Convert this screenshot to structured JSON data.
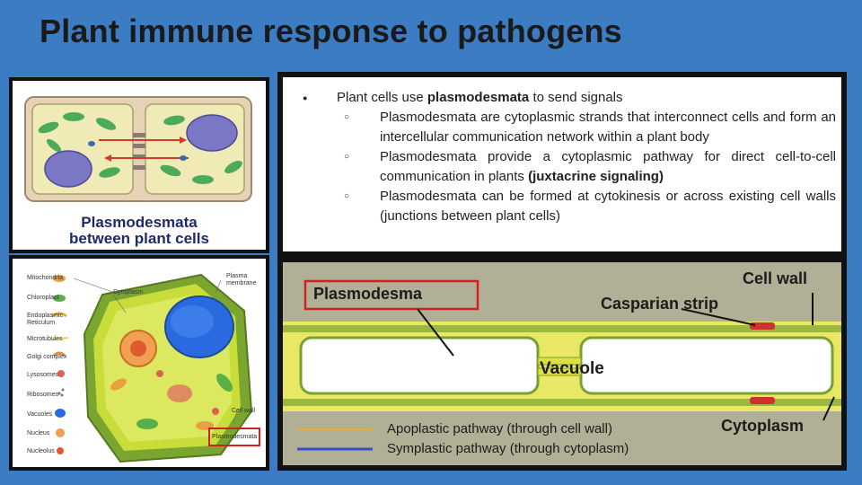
{
  "slide": {
    "title": "Plant immune response to pathogens"
  },
  "bullets": {
    "main_prefix": "Plant cells use ",
    "main_bold": "plasmodesmata",
    "main_suffix": " to send signals",
    "sub1": "Plasmodesmata are cytoplasmic strands that interconnect cells and form an intercellular communication network within a plant body",
    "sub2_prefix": "Plasmodesmata provide a cytoplasmic pathway for direct cell-to-cell communication in plants ",
    "sub2_bold": "(juxtacrine signaling)",
    "sub3": "Plasmodesmata can be formed at cytokinesis or across existing cell walls (junctions between plant cells)"
  },
  "figure1": {
    "caption_line1": "Plasmodesmata",
    "caption_line2": "between plant cells"
  },
  "figure2": {
    "labels": {
      "mitochondria": "Mitochondria",
      "chloroplast": "Chloroplast",
      "er1": "Endoplasmic",
      "er2": "Reticulum",
      "microtubules": "Microtubules",
      "golgi": "Golgi complex",
      "lysosomes": "Lysosomes",
      "ribosomes": "Ribosomes",
      "vacuoles": "Vacuoles",
      "nucleus": "Nucleus",
      "nucleolus": "Nucleolus",
      "cytoplasm": "Cytoplasm",
      "plasma1": "Plasma",
      "plasma2": "membrane",
      "cellwall": "Cell wall",
      "plasmodesmata": "Plasmodesmata"
    }
  },
  "figure3": {
    "cell_wall": "Cell wall",
    "plasmodesma": "Plasmodesma",
    "casparian": "Casparian strip",
    "vacuole": "Vacuole",
    "cytoplasm": "Cytoplasm",
    "apoplastic": "Apoplastic pathway (through cell wall)",
    "symplastic": "Symplastic pathway (through cytoplasm)"
  },
  "colors": {
    "background": "#3b7cc2",
    "apoplastic_line": "#e0b040",
    "symplastic_line": "#3b4ec8",
    "highlight_box": "#d02020"
  }
}
